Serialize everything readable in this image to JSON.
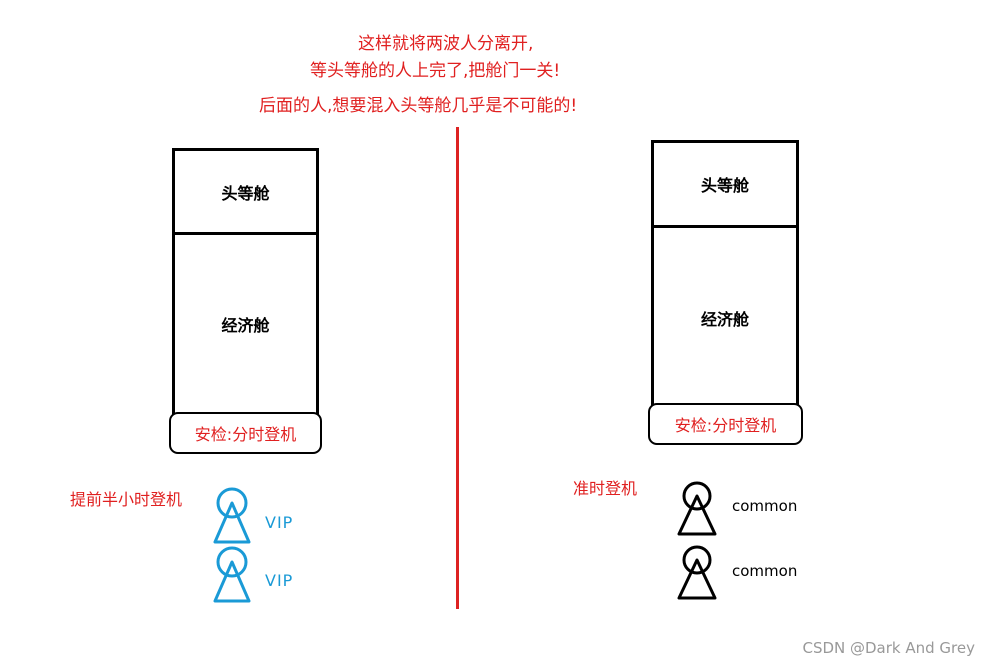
{
  "caption": {
    "line1": "这样就将两波人分离开,",
    "line2": "等头等舱的人上完了,把舱门一关!",
    "line3": "后面的人,想要混入头等舱几乎是不可能的!"
  },
  "left": {
    "first_class": "头等舱",
    "economy": "经济舱",
    "security": "安检:分时登机",
    "group_label": "提前半小时登机",
    "people": [
      {
        "label": "VIP",
        "icon": "person-icon"
      },
      {
        "label": "VIP",
        "icon": "person-icon"
      }
    ]
  },
  "right": {
    "first_class": "头等舱",
    "economy": "经济舱",
    "security": "安检:分时登机",
    "group_label": "准时登机",
    "people": [
      {
        "label": "common",
        "icon": "person-icon"
      },
      {
        "label": "common",
        "icon": "person-icon"
      }
    ]
  },
  "colors": {
    "caption": "#e02020",
    "vip": "#1a9ad6",
    "common": "#000000",
    "divider": "#dd2222"
  },
  "watermark": "CSDN @Dark And Grey"
}
